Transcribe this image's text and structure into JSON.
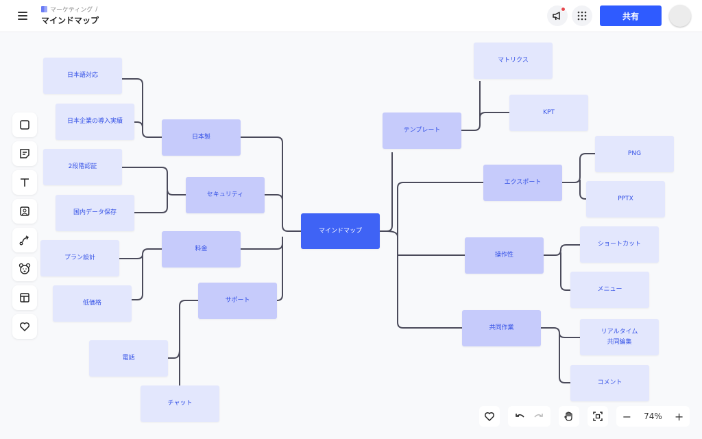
{
  "header": {
    "breadcrumb": "マーケティング",
    "breadcrumb_sep": "/",
    "title": "マインドマップ",
    "share_label": "共有"
  },
  "mindmap": {
    "root": "マインドマップ",
    "left": [
      {
        "label": "日本製",
        "children": [
          "日本語対応",
          "日本企業の導入実績"
        ]
      },
      {
        "label": "セキュリティ",
        "children": [
          "2段階認証",
          "国内データ保存"
        ]
      },
      {
        "label": "料金",
        "children": [
          "プラン設計",
          "低価格"
        ]
      },
      {
        "label": "サポート",
        "children": [
          "電話",
          "チャット"
        ]
      }
    ],
    "right": [
      {
        "label": "テンプレート",
        "children": [
          "マトリクス",
          "KPT"
        ]
      },
      {
        "label": "エクスポート",
        "children": [
          "PNG",
          "PPTX"
        ]
      },
      {
        "label": "操作性",
        "children": [
          "ショートカット",
          "メニュー"
        ]
      },
      {
        "label": "共同作業",
        "children": [
          "リアルタイム\n共同編集",
          "コメント"
        ]
      }
    ]
  },
  "toolbar": [
    "rectangle-icon",
    "sticky-note-icon",
    "text-icon",
    "image-icon",
    "connector-icon",
    "bear-sticker-icon",
    "template-icon",
    "heart-icon"
  ],
  "bottom": {
    "zoom": "74%"
  },
  "colors": {
    "accent": "#2f5bff",
    "root": "#3f63f5",
    "level1": "#c6cbfb",
    "level2": "#e3e7fd",
    "line": "#4a4a5a"
  }
}
